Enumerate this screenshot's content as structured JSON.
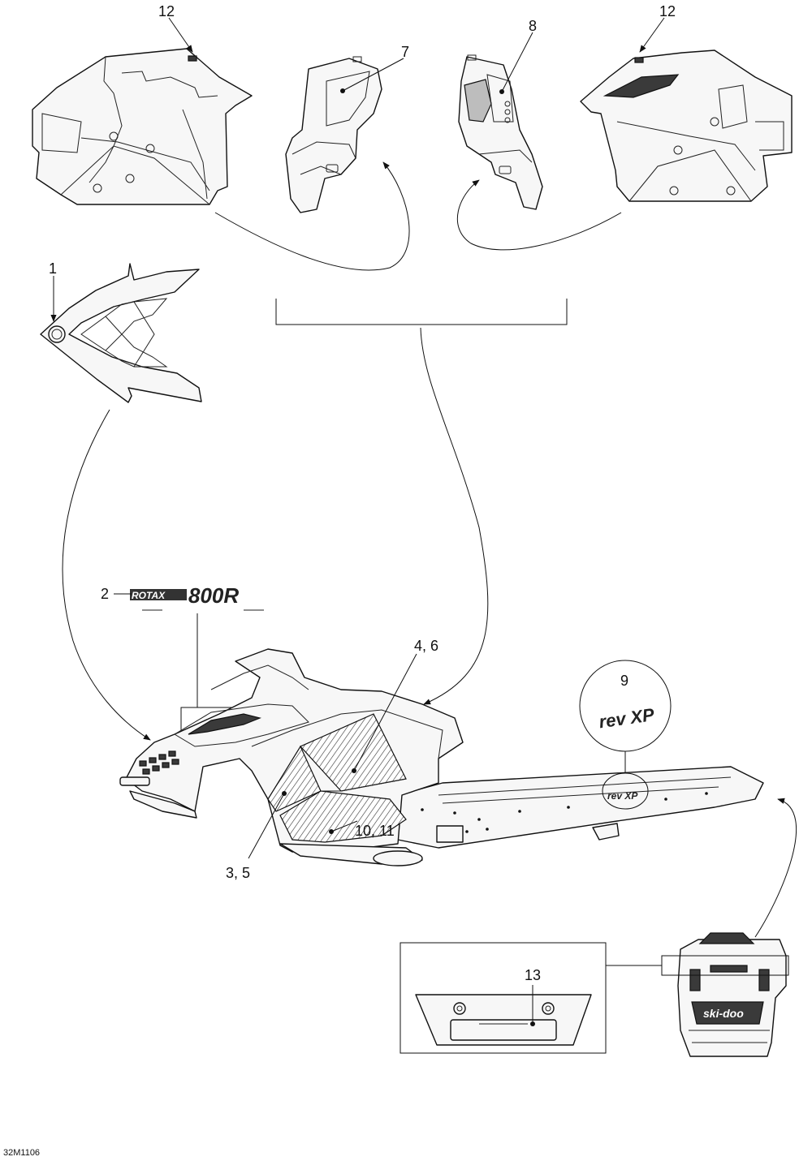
{
  "diagram": {
    "drawing_code": "32M1106",
    "callouts": [
      "12",
      "7",
      "8",
      "12",
      "1",
      "2",
      "4, 6",
      "9",
      "3, 5",
      "10, 11",
      "13"
    ]
  }
}
